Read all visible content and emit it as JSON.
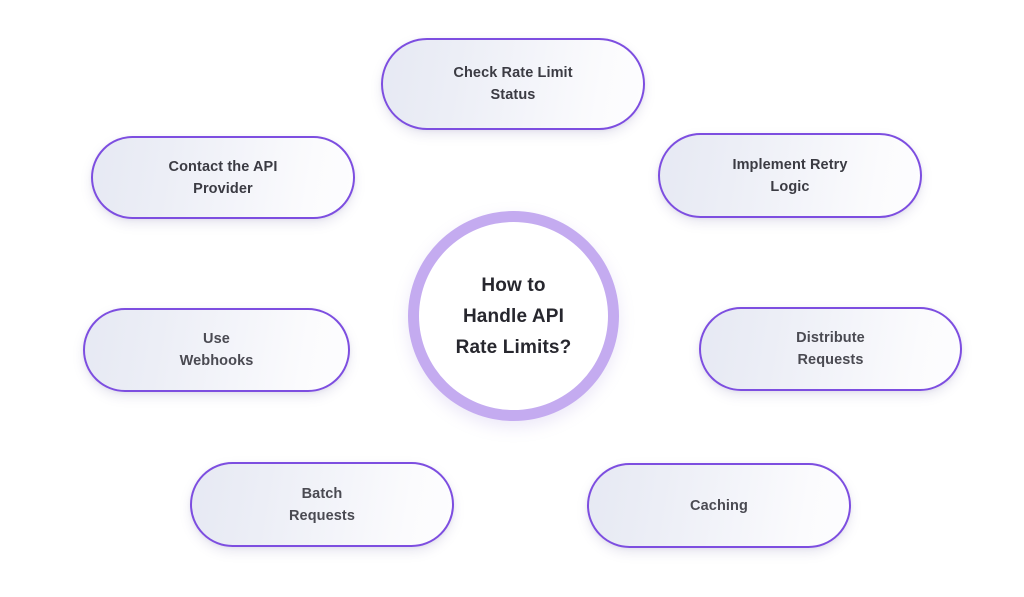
{
  "diagram": {
    "type": "hub-and-spoke",
    "background_color": "#ffffff",
    "accent_color": "#7d4ee0",
    "hub_ring_color": "#c4abf0",
    "node_text_color": "#3b3b43",
    "hub_text_color": "#27272e",
    "center": {
      "label": "How to\nHandle API\nRate Limits?"
    },
    "nodes": [
      {
        "id": "check-rate-limit-status",
        "label": "Check Rate Limit\nStatus",
        "position": "top"
      },
      {
        "id": "contact-api-provider",
        "label": "Contact the API\nProvider",
        "position": "upper-left"
      },
      {
        "id": "implement-retry-logic",
        "label": "Implement Retry\nLogic",
        "position": "upper-right"
      },
      {
        "id": "use-webhooks",
        "label": "Use\nWebhooks",
        "position": "middle-left"
      },
      {
        "id": "distribute-requests",
        "label": "Distribute\nRequests",
        "position": "middle-right"
      },
      {
        "id": "batch-requests",
        "label": "Batch\nRequests",
        "position": "lower-left"
      },
      {
        "id": "caching",
        "label": "Caching",
        "position": "lower-right"
      }
    ]
  }
}
